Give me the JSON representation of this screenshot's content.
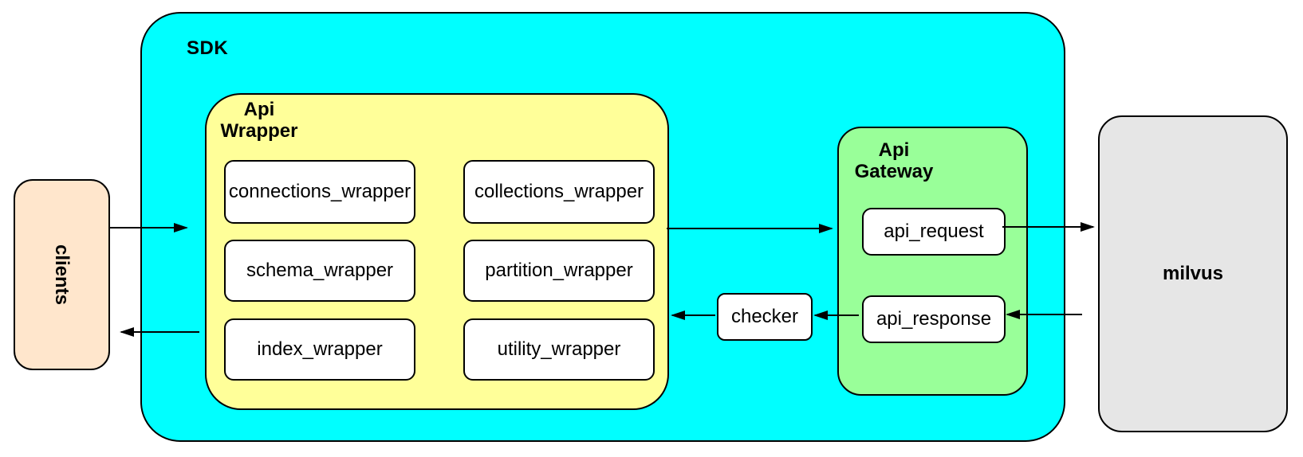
{
  "nodes": {
    "sdk": "SDK",
    "api_wrapper": "Api\nWrapper",
    "api_gateway": "Api\nGateway",
    "clients": "clients",
    "milvus": "milvus",
    "checker": "checker",
    "api_request": "api_request",
    "api_response": "api_response",
    "wrappers": [
      "connections_wrapper",
      "collections_wrapper",
      "schema_wrapper",
      "partition_wrapper",
      "index_wrapper",
      "utility_wrapper"
    ]
  },
  "edges": [
    {
      "from": "clients",
      "to": "sdk"
    },
    {
      "from": "api_wrapper",
      "to": "api_gateway"
    },
    {
      "from": "api_request",
      "to": "milvus"
    },
    {
      "from": "milvus",
      "to": "api_response"
    },
    {
      "from": "api_response",
      "to": "checker"
    },
    {
      "from": "checker",
      "to": "api_wrapper"
    },
    {
      "from": "api_wrapper",
      "to": "clients"
    }
  ],
  "colors": {
    "sdk_fill": "#00FFFF",
    "api_wrapper_fill": "#FFFF99",
    "api_gateway_fill": "#99FF99",
    "clients_fill": "#FFE6CC",
    "milvus_fill": "#E6E6E6",
    "node_fill": "#FFFFFF",
    "border": "#000000"
  }
}
